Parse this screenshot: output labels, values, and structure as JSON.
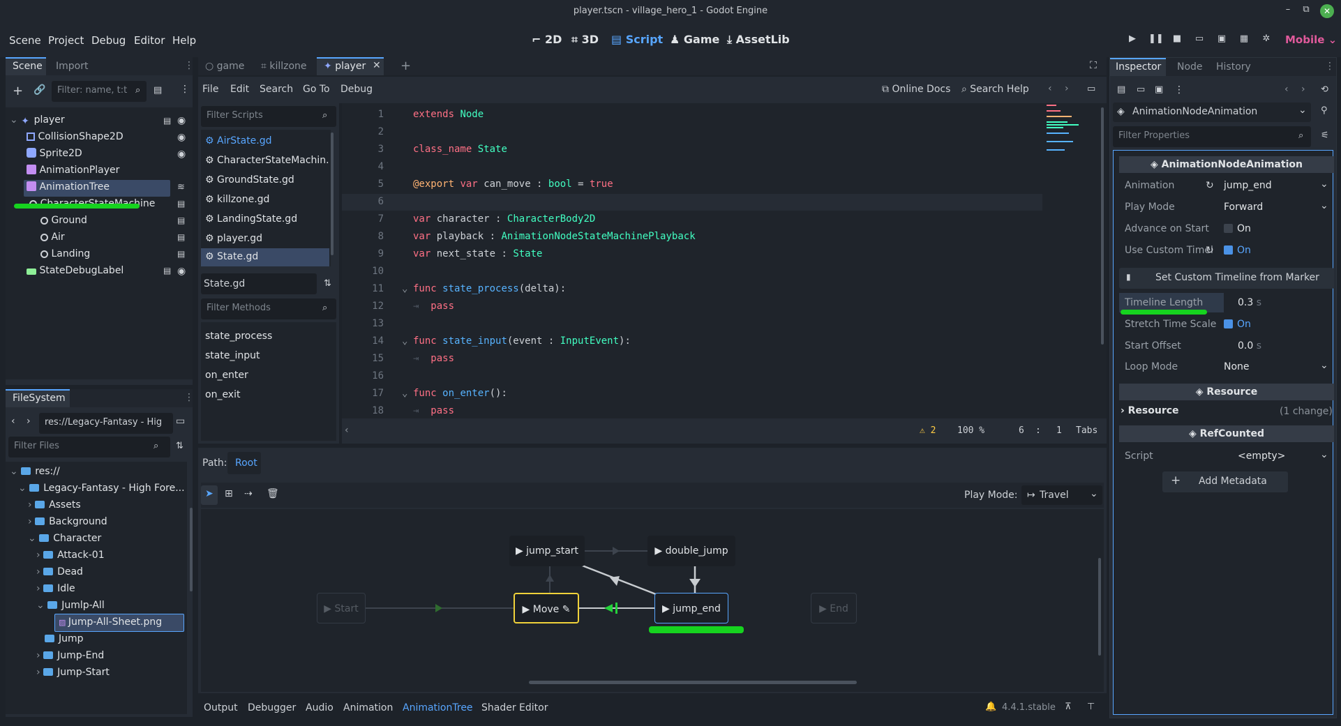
{
  "window": {
    "title": "player.tscn - village_hero_1 - Godot Engine",
    "minimize": "–",
    "maximize": "⧉",
    "close": "✕"
  },
  "menu": {
    "items": [
      "Scene",
      "Project",
      "Debug",
      "Editor",
      "Help"
    ]
  },
  "modes": {
    "m2d": "2D",
    "m3d": "3D",
    "script": "Script",
    "game": "Game",
    "assetlib": "AssetLib"
  },
  "run": {
    "renderer": "Mobile"
  },
  "scene_dock": {
    "tab_scene": "Scene",
    "tab_import": "Import",
    "filter_placeholder": "Filter: name, t:t",
    "nodes": [
      "player",
      "CollisionShape2D",
      "Sprite2D",
      "AnimationPlayer",
      "AnimationTree",
      "CharacterStateMachine",
      "Ground",
      "Air",
      "Landing",
      "StateDebugLabel"
    ]
  },
  "filesystem": {
    "tab": "FileSystem",
    "path": "res://Legacy-Fantasy - Hig",
    "filter_placeholder": "Filter Files",
    "items": [
      "res://",
      "Legacy-Fantasy - High Fore...",
      "Assets",
      "Background",
      "Character",
      "Attack-01",
      "Dead",
      "Idle",
      "Jumlp-All",
      "Jump-All-Sheet.png",
      "Jump",
      "Jump-End",
      "Jump-Start"
    ]
  },
  "editor_tabs": [
    "game",
    "killzone",
    "player"
  ],
  "script_menu": {
    "items": [
      "File",
      "Edit",
      "Search",
      "Go To",
      "Debug"
    ],
    "online_docs": "Online Docs",
    "search_help": "Search Help"
  },
  "scripts": {
    "filter_placeholder": "Filter Scripts",
    "files": [
      "AirState.gd",
      "CharacterStateMachin...",
      "GroundState.gd",
      "killzone.gd",
      "LandingState.gd",
      "player.gd",
      "State.gd"
    ],
    "current": "State.gd",
    "methods_placeholder": "Filter Methods",
    "methods": [
      "state_process",
      "state_input",
      "on_enter",
      "on_exit"
    ]
  },
  "code": {
    "line_numbers": [
      "1",
      "2",
      "3",
      "4",
      "5",
      "6",
      "7",
      "8",
      "9",
      "10",
      "11",
      "12",
      "13",
      "14",
      "15",
      "16",
      "17",
      "18"
    ],
    "status": {
      "warnings": "2",
      "zoom": "100 %",
      "line": "6",
      "sep": ":",
      "col": "1",
      "indent": "Tabs"
    }
  },
  "anim_tree": {
    "path_label": "Path:",
    "path_root": "Root",
    "play_mode_label": "Play Mode:",
    "play_mode_value": "Travel",
    "nodes": {
      "start": "Start",
      "end": "End",
      "move": "Move",
      "jump_start": "jump_start",
      "double_jump": "double_jump",
      "jump_end": "jump_end"
    }
  },
  "bottom_tabs": [
    "Output",
    "Debugger",
    "Audio",
    "Animation",
    "AnimationTree",
    "Shader Editor"
  ],
  "version": "4.4.1.stable",
  "inspector": {
    "tabs": [
      "Inspector",
      "Node",
      "History"
    ],
    "object": "AnimationNodeAnimation",
    "filter_placeholder": "Filter Properties",
    "section_main": "AnimationNodeAnimation",
    "props": {
      "animation_k": "Animation",
      "animation_v": "jump_end",
      "play_mode_k": "Play Mode",
      "play_mode_v": "Forward",
      "advance_k": "Advance on Start",
      "advance_v": "On",
      "custom_tl_k": "Use Custom Timel",
      "custom_tl_v": "On",
      "set_marker": "Set Custom Timeline from Marker",
      "tl_length_k": "Timeline Length",
      "tl_length_v": "0.3",
      "tl_length_u": "s",
      "stretch_k": "Stretch Time Scale",
      "stretch_v": "On",
      "start_off_k": "Start Offset",
      "start_off_v": "0.0",
      "start_off_u": "s",
      "loop_k": "Loop Mode",
      "loop_v": "None"
    },
    "section_resource": "Resource",
    "resource_row": "Resource",
    "resource_change": "(1 change)",
    "section_refcounted": "RefCounted",
    "script_k": "Script",
    "script_v": "<empty>",
    "add_metadata": "Add Metadata"
  },
  "colors": {
    "accent": "#58a6ff",
    "highlight_green": "#16d31f",
    "selection": "#3a4a66"
  }
}
